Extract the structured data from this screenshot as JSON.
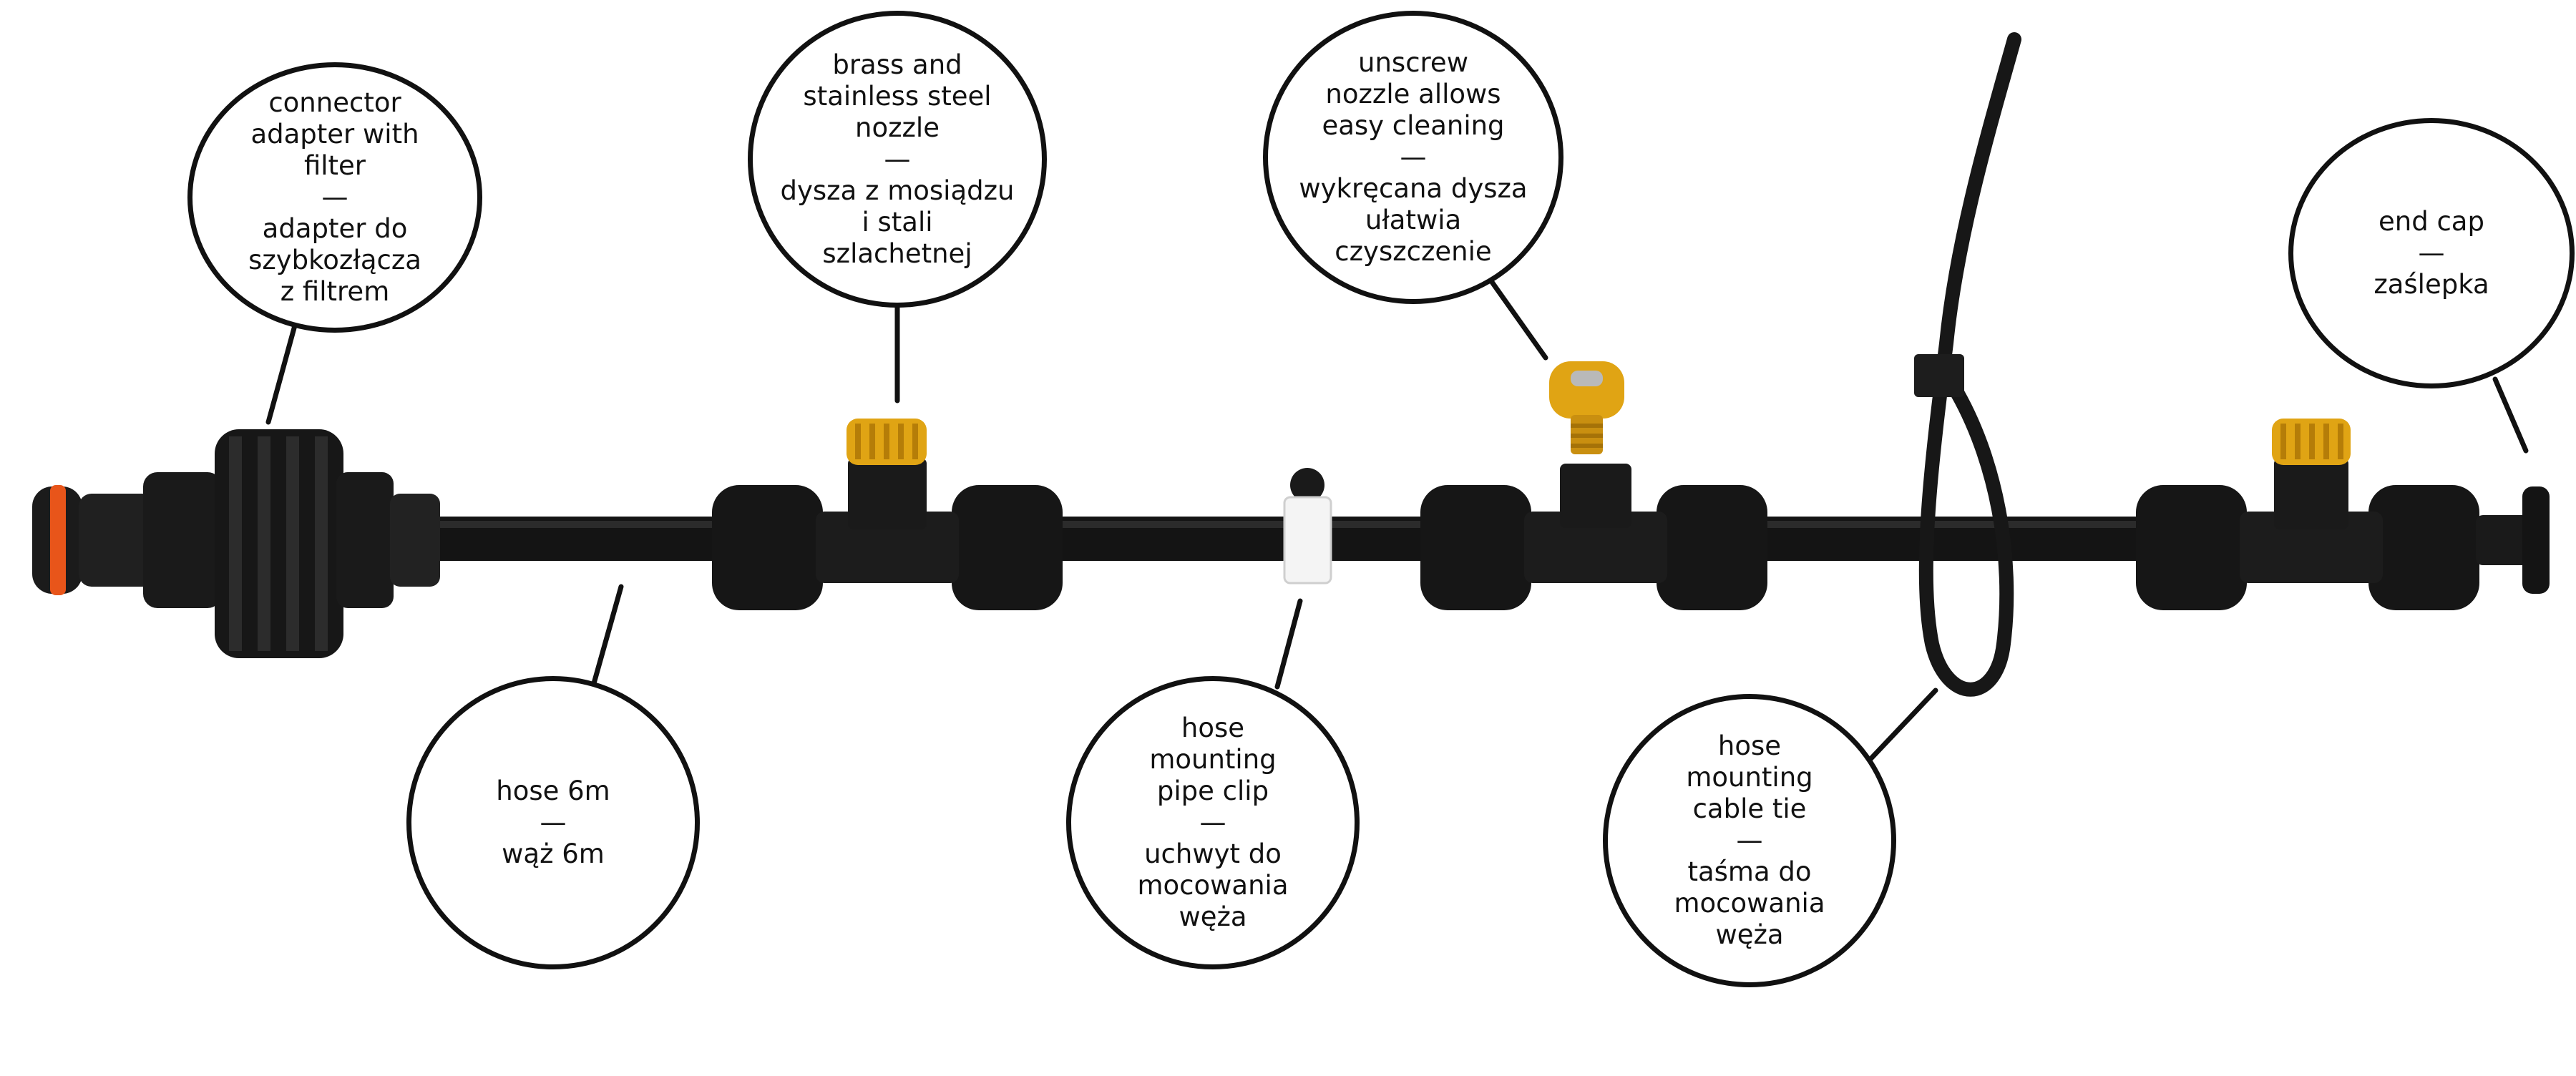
{
  "colors": {
    "outline": "#111111",
    "pipe_black": "#141414",
    "brass": "#e0a414",
    "filter_ring": "#e8551a",
    "clip_white": "#f4f4f4"
  },
  "labels": {
    "connector": {
      "en": [
        "connector",
        "adapter with",
        "filter"
      ],
      "sep": "—",
      "pl": [
        "adapter do",
        "szybkozłącza",
        "z filtrem"
      ],
      "icon": "connector-adapter-icon"
    },
    "nozzle": {
      "en": [
        "brass and",
        "stainless steel",
        "nozzle"
      ],
      "sep": "—",
      "pl": [
        "dysza z mosiądzu",
        "i stali",
        "szlachetnej"
      ],
      "icon": "brass-nozzle-icon"
    },
    "unscrew": {
      "en": [
        "unscrew",
        "nozzle allows",
        "easy cleaning"
      ],
      "sep": "—",
      "pl": [
        "wykręcana dysza",
        "ułatwia",
        "czyszczenie"
      ],
      "icon": "loose-nozzle-icon"
    },
    "endcap": {
      "en": [
        "end cap"
      ],
      "sep": "—",
      "pl": [
        "zaślepka"
      ],
      "icon": "end-cap-icon"
    },
    "hose": {
      "en": [
        "hose 6m"
      ],
      "sep": "—",
      "pl": [
        "wąż 6m"
      ],
      "icon": "hose-icon"
    },
    "clip": {
      "en": [
        "hose",
        "mounting",
        "pipe clip"
      ],
      "sep": "—",
      "pl": [
        "uchwyt do",
        "mocowania",
        "węża"
      ],
      "icon": "pipe-clip-icon"
    },
    "cable_tie": {
      "en": [
        "hose",
        "mounting",
        "cable tie"
      ],
      "sep": "—",
      "pl": [
        "taśma do",
        "mocowania",
        "węża"
      ],
      "icon": "cable-tie-icon"
    }
  }
}
